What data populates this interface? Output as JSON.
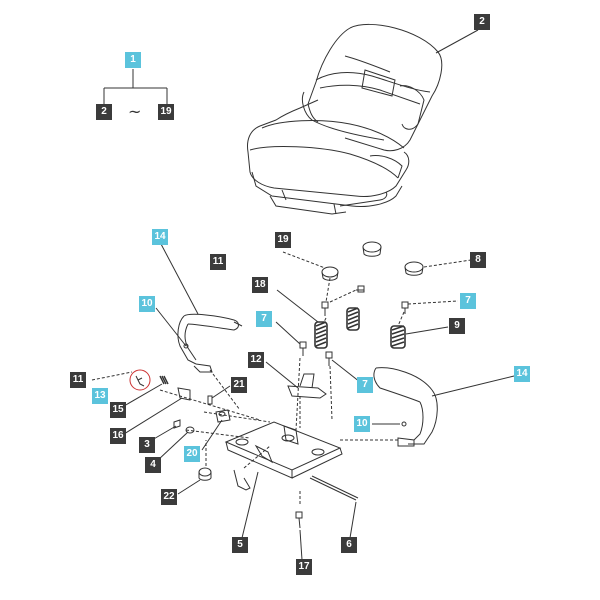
{
  "legend": {
    "group_label": "1",
    "range_start": "2",
    "range_separator": "~",
    "range_end": "19"
  },
  "callouts": {
    "c2_top": "2",
    "c14_left": "14",
    "c11_mid": "11",
    "c19": "19",
    "c8": "8",
    "c10_left": "10",
    "c18": "18",
    "c7_left": "7",
    "c7_right": "7",
    "c9": "9",
    "c11_left": "11",
    "c13": "13",
    "c15": "15",
    "c12": "12",
    "c21": "21",
    "c7_low": "7",
    "c14_right": "14",
    "c16": "16",
    "c10_right": "10",
    "c3": "3",
    "c4": "4",
    "c20": "20",
    "c22": "22",
    "c5": "5",
    "c6": "6",
    "c17": "17"
  },
  "colors": {
    "dark_label": "#3b3b3b",
    "highlight_label": "#5bc3dc",
    "line": "#333333",
    "highlight_circle": "#cc3333"
  }
}
